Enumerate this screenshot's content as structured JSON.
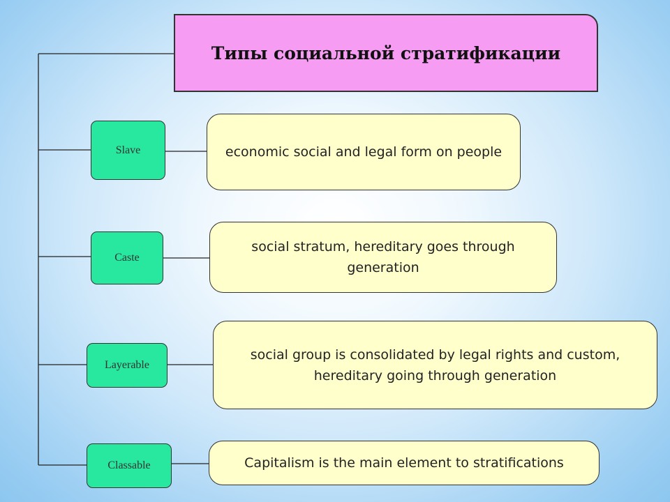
{
  "title": "Типы социальной стратификации",
  "types": [
    {
      "label": "Slave",
      "description": "economic social and legal form on people"
    },
    {
      "label": "Caste",
      "description": "social stratum, hereditary goes through generation"
    },
    {
      "label": "Layerable",
      "description": "social group is consolidated by legal rights and custom, hereditary going through generation"
    },
    {
      "label": "Classable",
      "description": "Capitalism is the main element to stratifications"
    }
  ]
}
